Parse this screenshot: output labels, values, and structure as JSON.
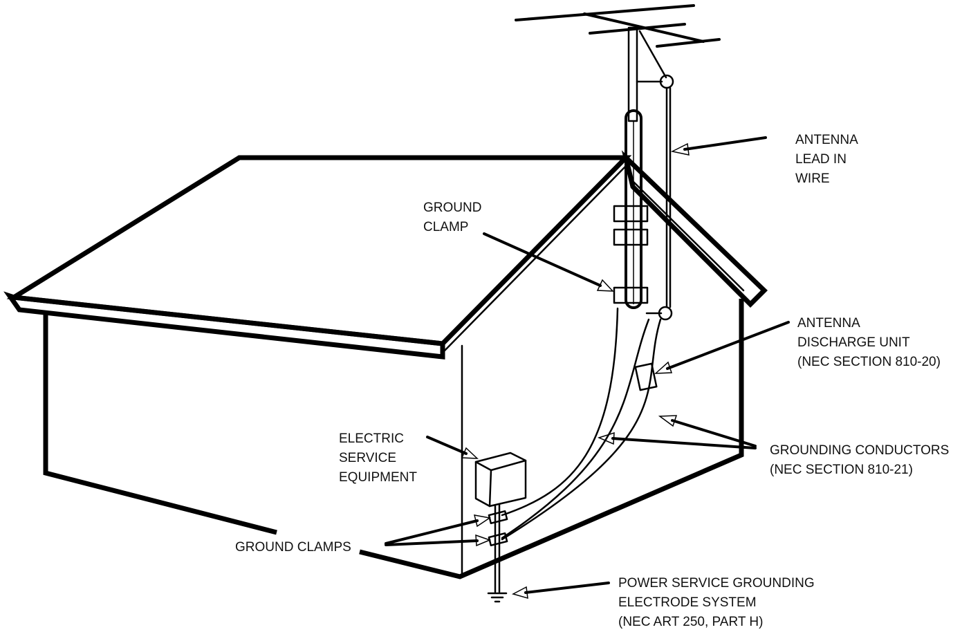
{
  "labels": {
    "antenna_lead_in": [
      "ANTENNA",
      "LEAD IN",
      "WIRE"
    ],
    "ground_clamp": [
      "GROUND",
      "CLAMP"
    ],
    "antenna_discharge_unit": [
      "ANTENNA",
      "DISCHARGE UNIT",
      "(NEC SECTION 810-20)"
    ],
    "electric_service_equipment": [
      "ELECTRIC",
      "SERVICE",
      "EQUIPMENT"
    ],
    "grounding_conductors": [
      "GROUNDING CONDUCTORS",
      "(NEC SECTION 810-21)"
    ],
    "ground_clamps": [
      "GROUND CLAMPS"
    ],
    "power_service_grounding": [
      "POWER SERVICE GROUNDING",
      "ELECTRODE SYSTEM",
      "(NEC ART 250, PART H)"
    ]
  },
  "colors": {
    "ink": "#000000",
    "background": "#ffffff"
  }
}
